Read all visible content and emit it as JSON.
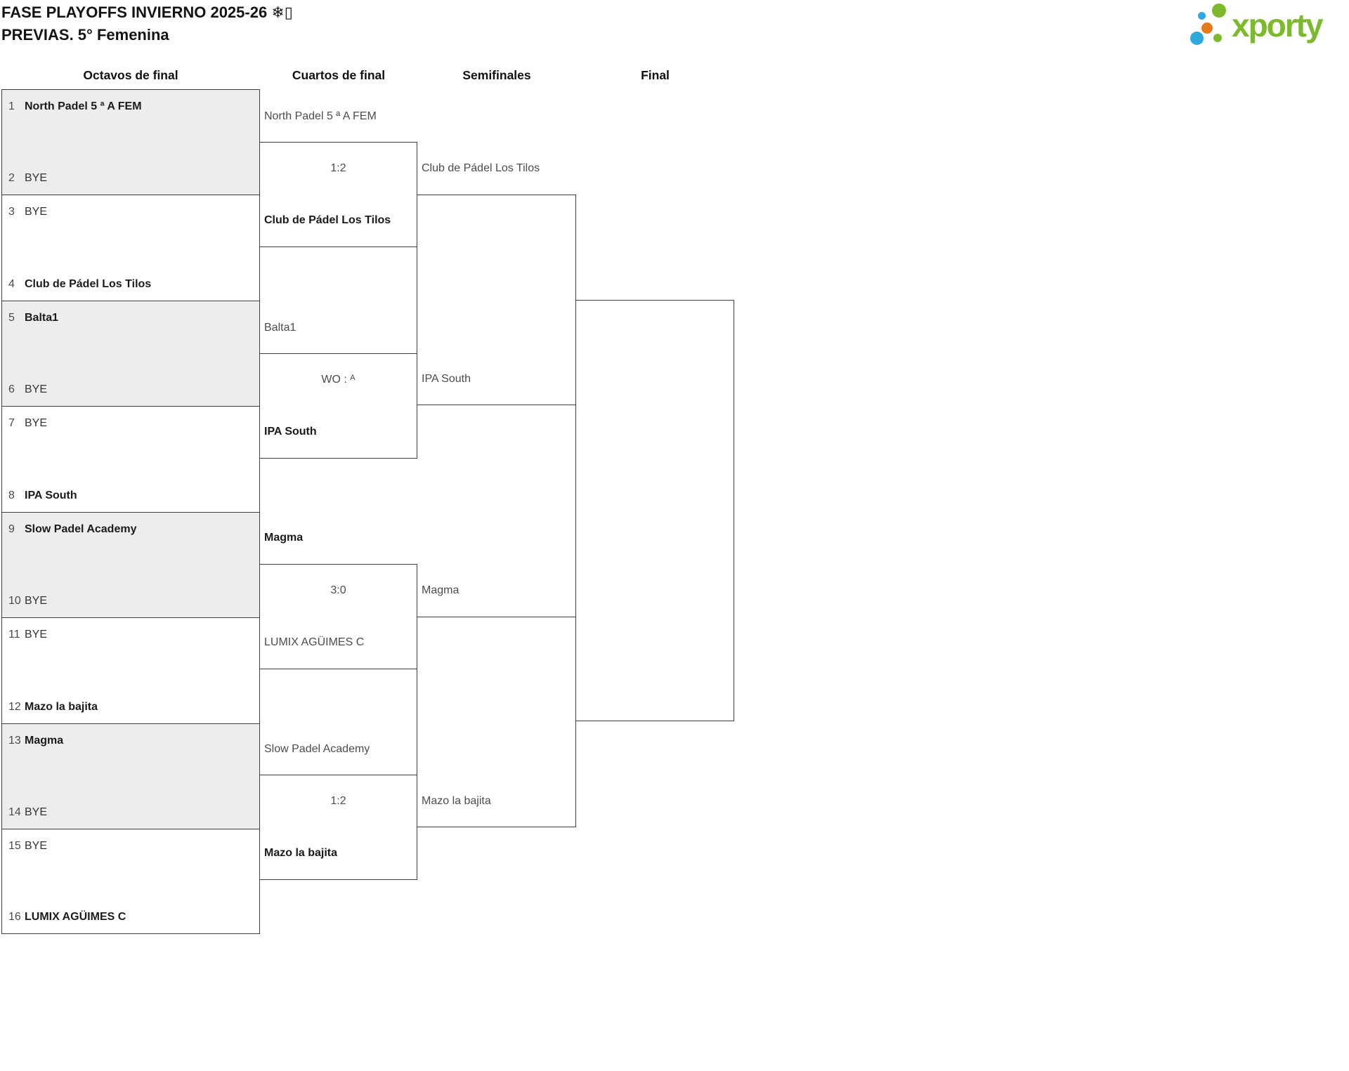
{
  "title": {
    "line1": "FASE PLAYOFFS INVIERNO 2025-26 ❄▯",
    "line2": "PREVIAS. 5° Femenina"
  },
  "logo": {
    "text": "xporty"
  },
  "colors": {
    "logo_green": "#7cb92c",
    "logo_blue": "#2ea9e0",
    "logo_orange": "#e7791a",
    "box_fill_alt": "#ededed",
    "line": "#3e3e3e"
  },
  "round_headers": [
    {
      "label": "Octavos de final"
    },
    {
      "label": "Cuartos de final"
    },
    {
      "label": "Semifinales"
    },
    {
      "label": "Final"
    }
  ],
  "round1": [
    {
      "seed": "1",
      "name": "North Padel 5 ª A FEM"
    },
    {
      "seed": "2",
      "name": "BYE"
    },
    {
      "seed": "3",
      "name": "BYE"
    },
    {
      "seed": "4",
      "name": "Club de Pádel Los Tilos"
    },
    {
      "seed": "5",
      "name": "Balta1"
    },
    {
      "seed": "6",
      "name": "BYE"
    },
    {
      "seed": "7",
      "name": "BYE"
    },
    {
      "seed": "8",
      "name": "IPA South"
    },
    {
      "seed": "9",
      "name": "Slow Padel Academy"
    },
    {
      "seed": "10",
      "name": "BYE"
    },
    {
      "seed": "11",
      "name": "BYE"
    },
    {
      "seed": "12",
      "name": "Mazo la bajita"
    },
    {
      "seed": "13",
      "name": "Magma"
    },
    {
      "seed": "14",
      "name": "BYE"
    },
    {
      "seed": "15",
      "name": "BYE"
    },
    {
      "seed": "16",
      "name": "LUMIX AGÜIMES C"
    }
  ],
  "quarterfinals": [
    {
      "top": "North Padel 5 ª A FEM",
      "score": "1:2",
      "bottom": "Club de Pádel Los Tilos",
      "winner": "bottom"
    },
    {
      "top": "Balta1",
      "score": "WO : ᴬ",
      "bottom": "IPA South",
      "winner": "bottom"
    },
    {
      "top": "Magma",
      "score": "3:0",
      "bottom": "LUMIX AGÜIMES C",
      "winner": "top"
    },
    {
      "top": "Slow Padel Academy",
      "score": "1:2",
      "bottom": "Mazo la bajita",
      "winner": "bottom"
    }
  ],
  "semifinals": [
    {
      "top": "Club de Pádel Los Tilos",
      "bottom": "IPA South"
    },
    {
      "top": "Magma",
      "bottom": "Mazo la bajita"
    }
  ]
}
